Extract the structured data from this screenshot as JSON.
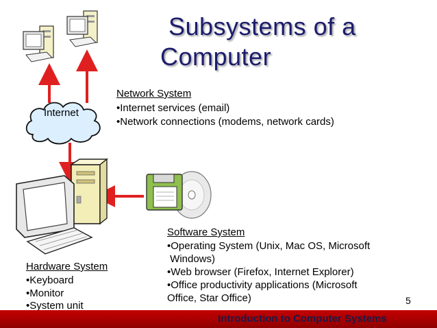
{
  "title": {
    "line1": "Subsystems of a",
    "line2": "Computer"
  },
  "network": {
    "cloud_label": "Internet",
    "heading": "Network System",
    "bullets": [
      "•Internet services (email)",
      "•Network connections (modems, network cards)"
    ]
  },
  "hardware": {
    "heading": "Hardware System",
    "bullets": [
      "•Keyboard",
      "•Monitor",
      "•System unit"
    ]
  },
  "software": {
    "heading": "Software System",
    "lines": [
      "•Operating System (Unix, Mac OS, Microsoft",
      " Windows)",
      "•Web browser (Firefox, Internet Explorer)",
      "•Office productivity applications (Microsoft",
      "Office, Star Office)"
    ]
  },
  "footer": {
    "text": "Introduction to Computer Systems",
    "slide_number": "5"
  },
  "colors": {
    "arrow": "#e02020",
    "footer_bar": "#b30000",
    "title": "#1c1c6e"
  },
  "icons": [
    "desktop-computer-icon",
    "cloud-icon",
    "floppy-disk-icon",
    "cd-disc-icon"
  ]
}
